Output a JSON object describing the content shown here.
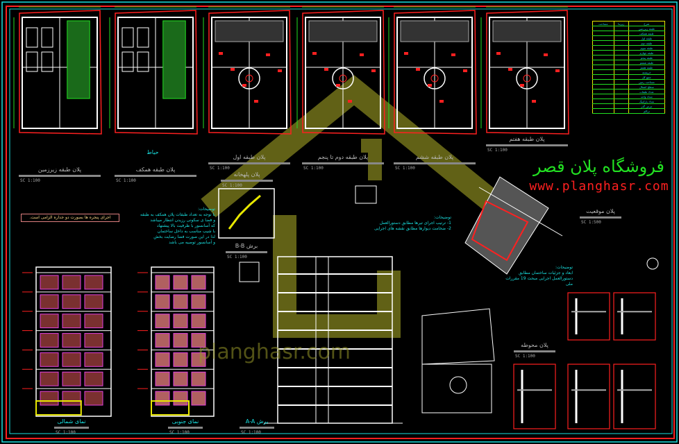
{
  "brand": {
    "name_fa": "فروشگاه پلان قصر",
    "url": "www.planghasr.com",
    "watermark_url": "planghasr.com"
  },
  "colors": {
    "frame_cyan": "#19e0e0",
    "frame_red": "#ff2020",
    "wall_white": "#ffffff",
    "dim_red": "#ff2020",
    "green": "#22e022",
    "watermark": "#8a8a20"
  },
  "plans": [
    {
      "title": "پلان طبقه زیرزمین",
      "scale": "SC 1:100"
    },
    {
      "title": "پلان طبقه همکف",
      "scale": "SC 1:100",
      "note": "حیاط"
    },
    {
      "title": "پلان طبقه اول",
      "scale": "SC 1:100"
    },
    {
      "title": "پلان طبقه دوم تا پنجم",
      "scale": "SC 1:100"
    },
    {
      "title": "پلان طبقه ششم",
      "scale": "SC 1:100"
    },
    {
      "title": "پلان طبقه هفتم",
      "scale": "SC 1:100"
    }
  ],
  "staircase": {
    "title": "پلان پلهخانه",
    "scale": "SC 1:100"
  },
  "section_bb": {
    "title": "برش B-B",
    "scale": "SC 1:100"
  },
  "site": {
    "title": "پلان موقعیت",
    "scale": "SC 1:500"
  },
  "landscape": {
    "title": "پلان محوطه",
    "scale": "SC 1:100"
  },
  "elevations": [
    {
      "title": "نمای شمالی",
      "scale": "SC 1:100"
    },
    {
      "title": "نمای جنوبی",
      "scale": "SC 1:100"
    },
    {
      "title": "برش A-A",
      "scale": "SC 1:100"
    }
  ],
  "warning": "اجرای پنجره ها بصورت دو جداره الزامی است.",
  "notes_left": [
    "توضیحات:",
    "با توجه به تعداد طبقات پلان همکف به طبقه",
    "و فضا ی سکونی رزیدن انتظار میباشد",
    "که آسانسور با ظرفیت بالا پیشنهاد",
    "با شیب مناسب به داخل ساختمان",
    "لذا در این صورت فضا رضایت بخش",
    "و آسانسور توصیه می باشد"
  ],
  "notes_mid": [
    "توضیحات:",
    "1- ترتیب اجرای تیرها مطابق دستورالعمل",
    "2- ضخامت دیوارها مطابق نقشه های اجرایی"
  ],
  "notes_right": [
    "توضیحات:",
    "ابعاد و جزئیات ساختمان مطابق",
    "دستورالعمل اجرایی مبحث 19 مقررات ملی"
  ],
  "table": {
    "header": [
      "مساحت",
      "زیربنا",
      "شرح"
    ],
    "rows": [
      [
        "",
        "",
        "طبقه زیرزمین"
      ],
      [
        "",
        "",
        "طبقه همکف"
      ],
      [
        "",
        "",
        "طبقه اول"
      ],
      [
        "",
        "",
        "طبقه دوم"
      ],
      [
        "",
        "",
        "طبقه سوم"
      ],
      [
        "",
        "",
        "طبقه چهارم"
      ],
      [
        "",
        "",
        "طبقه پنجم"
      ],
      [
        "",
        "",
        "طبقه ششم"
      ],
      [
        "",
        "",
        "طبقه هفتم"
      ],
      [
        "",
        "",
        "خرپشته"
      ],
      [
        "",
        "",
        "جمع کل"
      ],
      [
        "",
        "",
        "مساحت زمین"
      ],
      [
        "",
        "",
        "سطح اشغال"
      ],
      [
        "",
        "",
        "تعداد طبقات"
      ],
      [
        "",
        "",
        "تعداد واحد"
      ],
      [
        "",
        "",
        "تعداد پارکینگ"
      ],
      [
        "",
        "",
        "عرض گذر"
      ],
      [
        "",
        "",
        "تراکم"
      ]
    ]
  }
}
